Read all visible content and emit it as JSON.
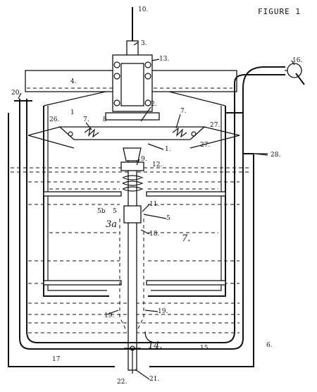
{
  "figure": {
    "title": "FIGURE 1",
    "labels": {
      "l10": "10.",
      "l3": "3.",
      "l13": "13.",
      "l4": "4.",
      "l16": "16.",
      "l20": "20.",
      "l26": "26.",
      "l7a": "7.",
      "l8": "8",
      "l2": "2.",
      "l7b": "7.",
      "l27a": "27.",
      "l1a": "1",
      "l1b": "1.",
      "l27b": "27.",
      "l28": "28.",
      "l9": "9.",
      "l12": "12.",
      "l11": "11.",
      "l5b": "5b",
      "l5": "5",
      "l5c": "5",
      "l3a": "3a",
      "l7": "7.",
      "l18": "18.",
      "l19a": "19.",
      "l19b": "19.",
      "l14": "14.",
      "l15": "15.",
      "l6": "6.",
      "l17": "17",
      "l22": "22.",
      "l21": "21."
    }
  }
}
